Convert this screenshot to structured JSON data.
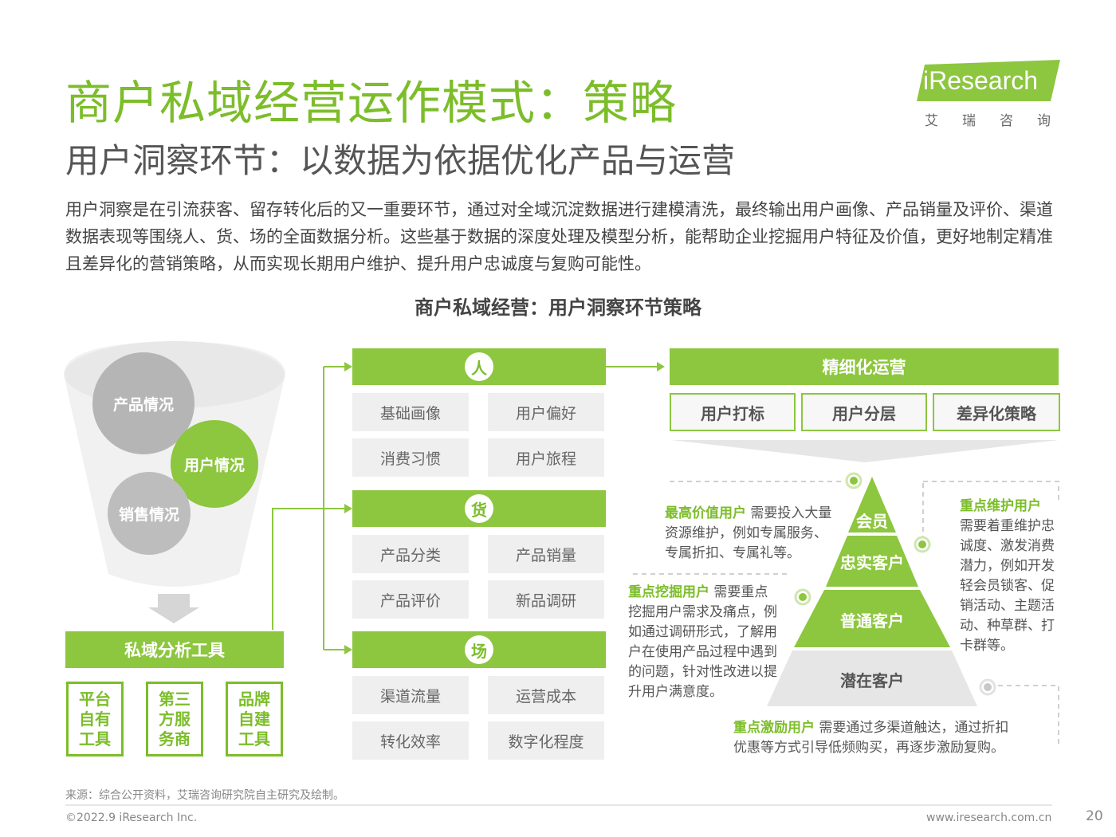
{
  "header": {
    "title": "商户私域经营运作模式：策略",
    "subtitle": "用户洞察环节：以数据为依据优化产品与运营",
    "logo_text": "iResearch",
    "logo_cn": "艾瑞咨询"
  },
  "intro": "用户洞察是在引流获客、留存转化后的又一重要环节，通过对全域沉淀数据进行建模清洗，最终输出用户画像、产品销量及评价、渠道数据表现等围绕人、货、场的全面数据分析。这些基于数据的深度处理及模型分析，能帮助企业挖掘用户特征及价值，更好地制定精准且差异化的营销策略，从而实现长期用户维护、提升用户忠诚度与复购可能性。",
  "diagram": {
    "title": "商户私域经营：用户洞察环节策略",
    "funnel": {
      "circles": [
        "产品情况",
        "用户情况",
        "销售情况"
      ]
    },
    "tools": {
      "title": "私域分析工具",
      "items": [
        [
          "平台",
          "自有",
          "工具"
        ],
        [
          "第三",
          "方服",
          "务商"
        ],
        [
          "品牌",
          "自建",
          "工具"
        ]
      ]
    },
    "sections": [
      {
        "label": "人",
        "cells": [
          "基础画像",
          "用户偏好",
          "消费习惯",
          "用户旅程"
        ]
      },
      {
        "label": "货",
        "cells": [
          "产品分类",
          "产品销量",
          "产品评价",
          "新品调研"
        ]
      },
      {
        "label": "场",
        "cells": [
          "渠道流量",
          "运营成本",
          "转化效率",
          "数字化程度"
        ]
      }
    ],
    "ops": {
      "title": "精细化运营",
      "tags": [
        "用户打标",
        "用户分层",
        "差异化策略"
      ]
    },
    "pyramid": [
      "会员",
      "忠实客户",
      "普通客户",
      "潜在客户"
    ],
    "annotations": {
      "top_value": {
        "title": "最高价值用户",
        "text": "需要投入大量资源维护，例如专属服务、专属折扣、专属礼等。"
      },
      "key_maintain": {
        "title": "重点维护用户",
        "text": "需要着重维护忠诚度、激发消费潜力，例如开发轻会员锁客、促销活动、主题活动、种草群、打卡群等。"
      },
      "key_mine": {
        "title": "重点挖掘用户",
        "text": "需要重点挖掘用户需求及痛点，例如通过调研形式，了解用户在使用产品过程中遇到的问题，针对性改进以提升用户满意度。"
      },
      "key_activate": {
        "title": "重点激励用户",
        "text": "需要通过多渠道触达，通过折扣优惠等方式引导低频购买，再逐步激励复购。"
      }
    }
  },
  "footer": {
    "source": "来源：综合公开资料，艾瑞咨询研究院自主研究及绘制。",
    "copyright": "©2022.9 iResearch Inc.",
    "website": "www.iresearch.com.cn",
    "page": "20"
  },
  "colors": {
    "accent": "#8dc63f",
    "accent_dark": "#7cbd2a",
    "grey": "#bfbfbf"
  }
}
